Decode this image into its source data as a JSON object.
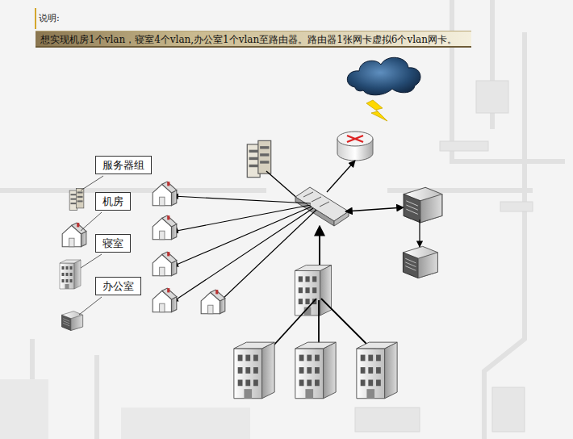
{
  "diagram": {
    "nodes": [
      {
        "text": [
          "说明:",
          "想实现机房1个vlan，寝室4个vlan,办公室1个vlan至路由器。路由器1张网卡虚拟6个vlan网卡。"
        ]
      },
      {
        "text": [
          "服务器组"
        ]
      },
      {
        "text": [
          "机房"
        ]
      },
      {
        "text": [
          "寝室"
        ]
      },
      {
        "text": [
          "办公室"
        ]
      }
    ]
  }
}
